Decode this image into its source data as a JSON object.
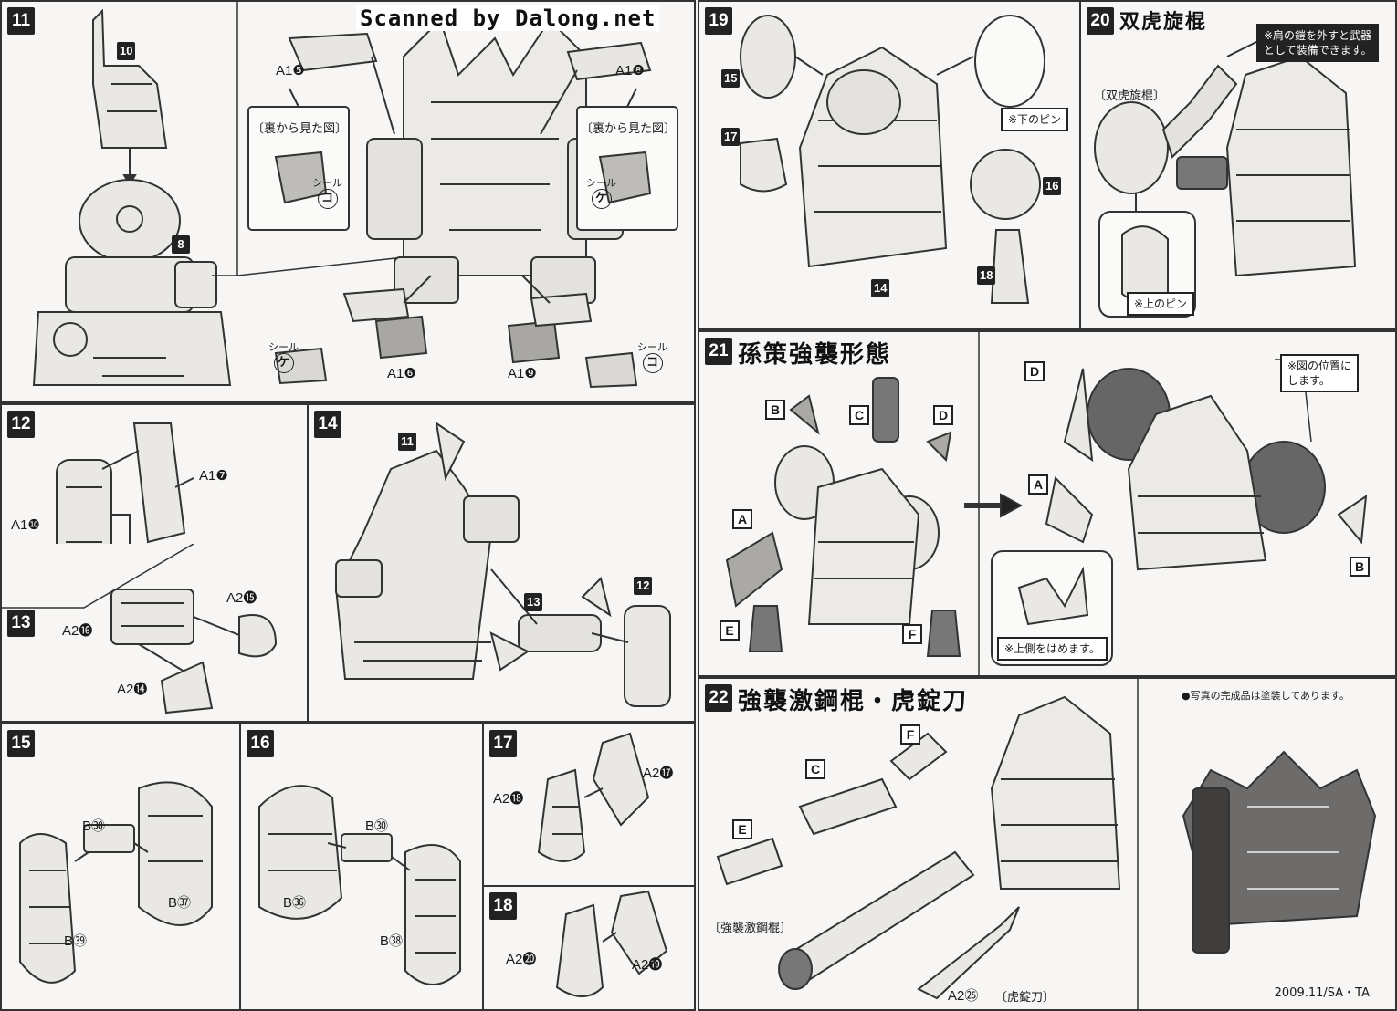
{
  "watermark": "Scanned by Dalong.net",
  "steps": {
    "s11": {
      "num": "11",
      "parts": {
        "p10": "10",
        "p8": "8",
        "a1_5": "A1❺",
        "a1_8": "A1❽",
        "a1_6": "A1❻",
        "a1_9": "A1❾"
      },
      "back_view": "〔裏から見た図〕",
      "sticker_label": "シール",
      "stickers": {
        "ko": "コ",
        "ke": "ケ"
      }
    },
    "s12": {
      "num": "12",
      "parts": {
        "a1_7": "A1❼",
        "a1_10": "A1❿"
      }
    },
    "s13": {
      "num": "13",
      "parts": {
        "a2_15": "A2⓯",
        "a2_16": "A2⓰",
        "a2_14": "A2⓮"
      }
    },
    "s14": {
      "num": "14",
      "parts": {
        "p11": "11",
        "p13": "13",
        "p12": "12"
      }
    },
    "s15": {
      "num": "15",
      "parts": {
        "b30": "B㉚",
        "b37": "B㊲",
        "b39": "B㊴"
      }
    },
    "s16": {
      "num": "16",
      "parts": {
        "b30": "B㉚",
        "b36": "B㊱",
        "b38": "B㊳"
      }
    },
    "s17": {
      "num": "17",
      "parts": {
        "a2_17": "A2⓱",
        "a2_18": "A2⓲"
      }
    },
    "s18": {
      "num": "18",
      "parts": {
        "a2_20": "A2⓴",
        "a2_19": "A2⓳"
      }
    },
    "s19": {
      "num": "19",
      "parts": {
        "p15": "15",
        "p17": "17",
        "p16": "16",
        "p18": "18",
        "p14": "14"
      },
      "pin_note": "※下のピン"
    },
    "s20": {
      "num": "20",
      "title": "双虎旋棍",
      "note": "※肩の鎧を外すと武器\nとして装備できます。",
      "weapon_label": "〔双虎旋棍〕",
      "pin_note": "※上のピン"
    },
    "s21": {
      "num": "21",
      "title": "孫策強襲形態",
      "letters": [
        "A",
        "B",
        "C",
        "D",
        "E",
        "F"
      ],
      "note": "※図の位置に\nします。",
      "inner_note": "※上側をはめます。"
    },
    "s22": {
      "num": "22",
      "title": "強襲激鋼棍・虎錠刀",
      "letters": [
        "C",
        "E",
        "F"
      ],
      "weapon1": "〔強襲激鋼棍〕",
      "weapon2_part": "A2㉕",
      "weapon2": "〔虎錠刀〕",
      "photo_note": "●写真の完成品は塗装してあります。"
    }
  },
  "footer": "2009.11/SA・TA"
}
